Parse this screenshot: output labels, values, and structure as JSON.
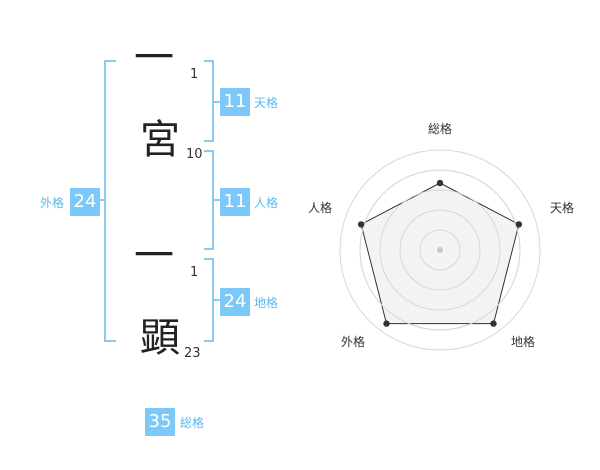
{
  "name": {
    "chars": [
      {
        "char": "一",
        "strokes": "1"
      },
      {
        "char": "宮",
        "strokes": "10"
      },
      {
        "char": "一",
        "strokes": "1"
      },
      {
        "char": "顕",
        "strokes": "23"
      }
    ]
  },
  "kakusu": {
    "tenkaku": {
      "value": "11",
      "label": "天格"
    },
    "jinkaku": {
      "value": "11",
      "label": "人格"
    },
    "chikaku": {
      "value": "24",
      "label": "地格"
    },
    "gaikaku": {
      "value": "24",
      "label": "外格"
    },
    "soukaku": {
      "value": "35",
      "label": "総格"
    }
  },
  "colors": {
    "accent": "#7cc8f8",
    "accent_text": "#5bb8ee",
    "bracket": "#8ccaf0",
    "radar_ring": "#d8d8d8",
    "radar_fill": "#efefef",
    "radar_line": "#333333"
  },
  "chart_data": {
    "type": "radar",
    "axes": [
      "総格",
      "天格",
      "地格",
      "外格",
      "人格"
    ],
    "values": [
      0.67,
      0.83,
      0.91,
      0.91,
      0.83
    ],
    "scale": [
      0,
      1
    ],
    "rings": 5
  }
}
